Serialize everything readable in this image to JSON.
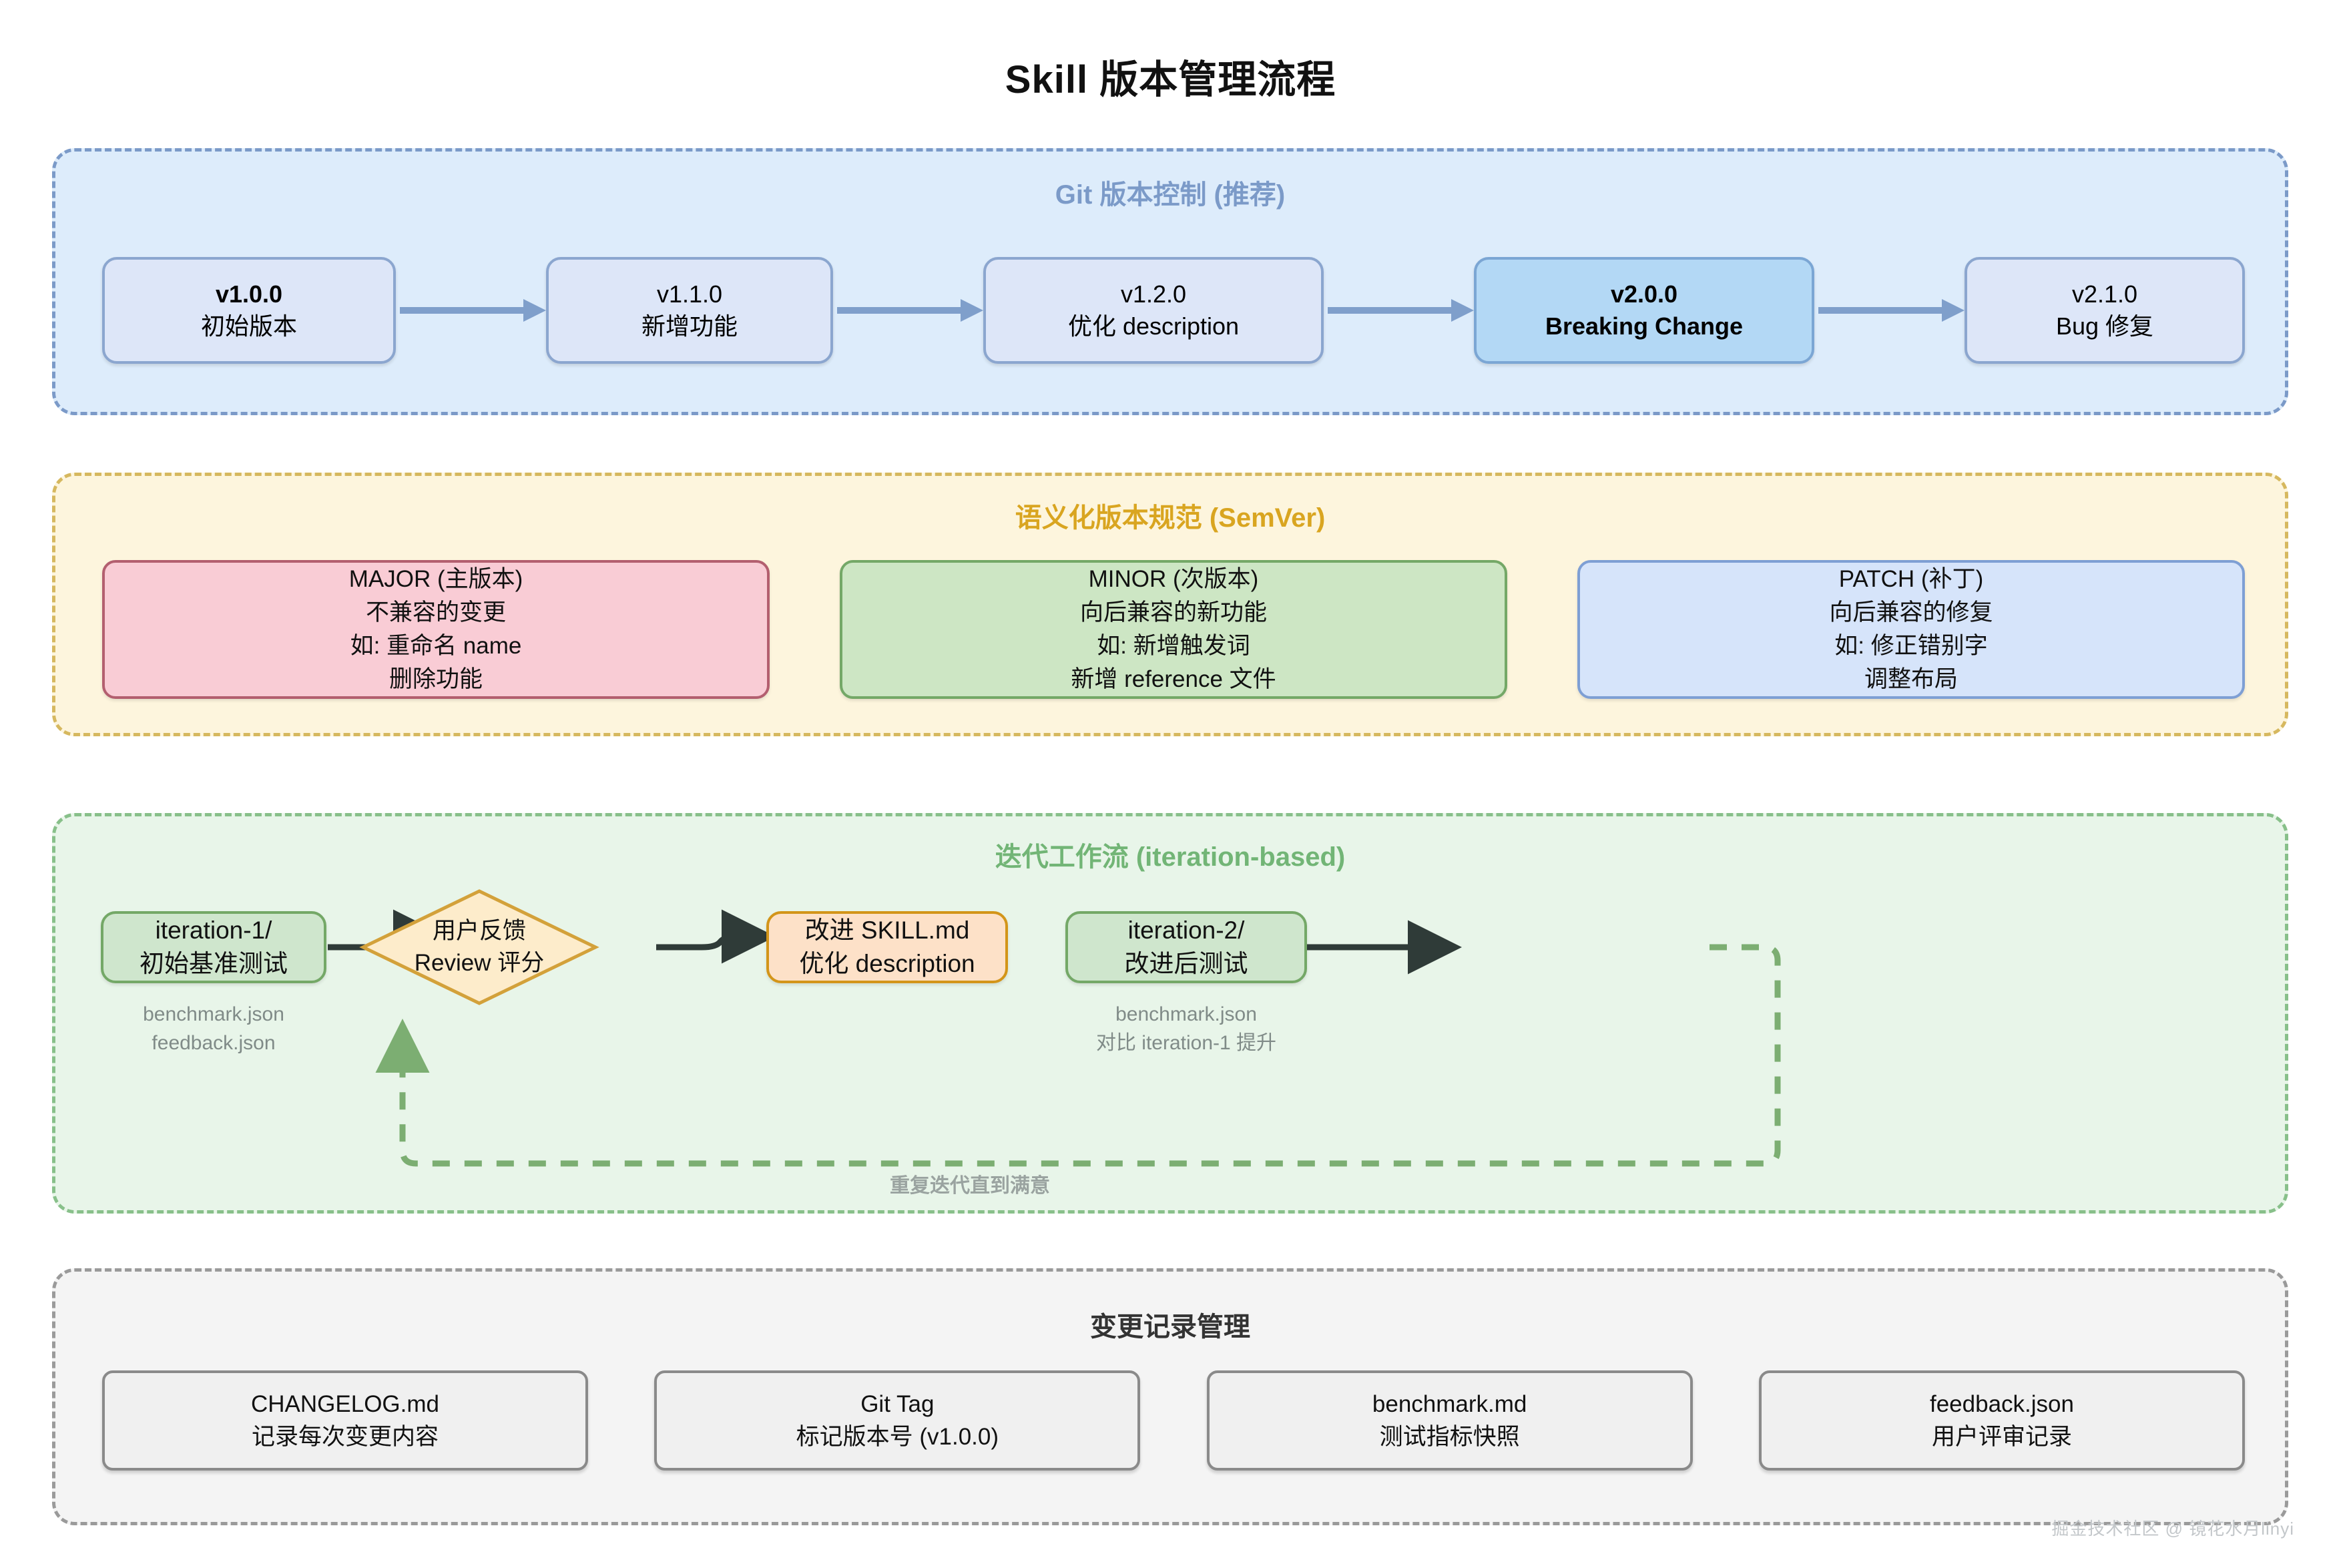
{
  "title": "Skill 版本管理流程",
  "git_section": {
    "title": "Git 版本控制 (推荐)",
    "accent": "#7b9ac8",
    "versions": [
      {
        "version": "v1.0.0",
        "desc": "初始版本"
      },
      {
        "version": "v1.1.0",
        "desc": "新增功能"
      },
      {
        "version": "v1.2.0",
        "desc": "优化 description"
      },
      {
        "version": "v2.0.0",
        "desc": "Breaking Change"
      },
      {
        "version": "v2.1.0",
        "desc": "Bug 修复"
      }
    ]
  },
  "semver_section": {
    "title": "语义化版本规范 (SemVer)",
    "accent": "#d9a520",
    "cards": [
      {
        "heading": "MAJOR (主版本)",
        "line2": "不兼容的变更",
        "line3": "如: 重命名 name",
        "line4": "删除功能",
        "color": "#f9ccd5"
      },
      {
        "heading": "MINOR (次版本)",
        "line2": "向后兼容的新功能",
        "line3": "如: 新增触发词",
        "line4": "新增 reference 文件",
        "color": "#cde6c4"
      },
      {
        "heading": "PATCH (补丁)",
        "line2": "向后兼容的修复",
        "line3": "如: 修正错别字",
        "line4": "调整布局",
        "color": "#d6e4fa"
      }
    ]
  },
  "iteration_section": {
    "title": "迭代工作流 (iteration-based)",
    "accent": "#72b576",
    "step1": {
      "line1": "iteration-1/",
      "line2": "初始基准测试"
    },
    "caption1": {
      "line1": "benchmark.json",
      "line2": "feedback.json"
    },
    "decision": {
      "line1": "用户反馈",
      "line2": "Review 评分"
    },
    "step2": {
      "line1": "改进 SKILL.md",
      "line2": "优化 description"
    },
    "step3": {
      "line1": "iteration-2/",
      "line2": "改进后测试"
    },
    "caption3": {
      "line1": "benchmark.json",
      "line2": "对比 iteration-1 提升"
    },
    "loop_label": "重复迭代直到满意"
  },
  "changelog_section": {
    "title": "变更记录管理",
    "cards": [
      {
        "name": "CHANGELOG.md",
        "desc": "记录每次变更内容"
      },
      {
        "name": "Git Tag",
        "desc": "标记版本号 (v1.0.0)"
      },
      {
        "name": "benchmark.md",
        "desc": "测试指标快照"
      },
      {
        "name": "feedback.json",
        "desc": "用户评审记录"
      }
    ]
  },
  "watermark": "掘金技术社区 @ 镜花水月linyi"
}
